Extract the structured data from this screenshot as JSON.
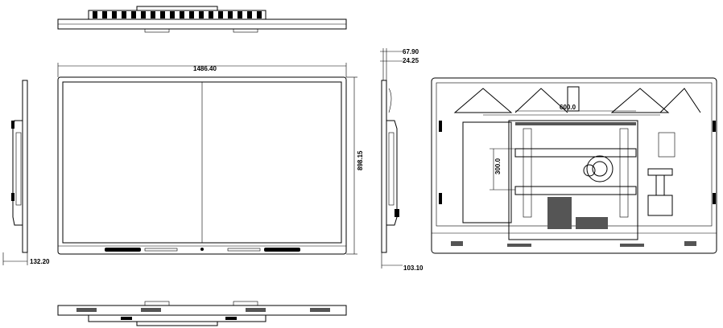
{
  "dimensions": {
    "width": "1486.40",
    "height": "898.15",
    "left_depth": "132.20",
    "right_depth": "103.10",
    "top_offset_a": "67.90",
    "top_offset_b": "24.25",
    "vesa_horizontal": "600.0",
    "vesa_vertical": "300.0"
  }
}
